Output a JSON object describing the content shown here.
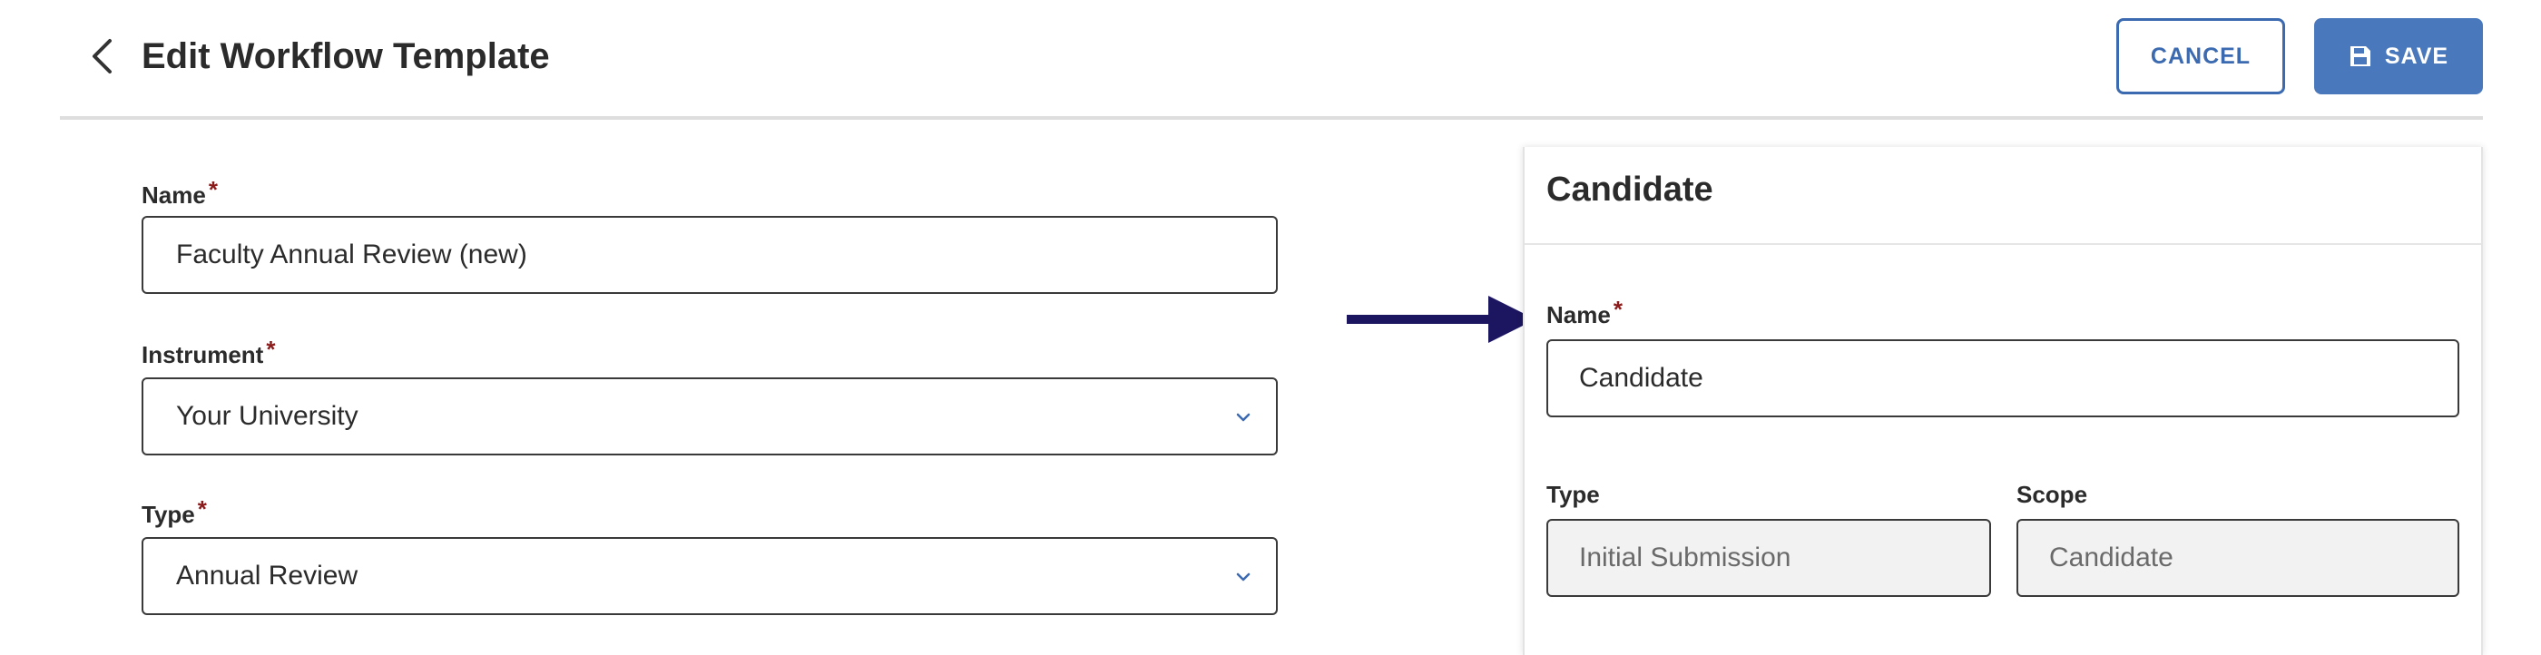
{
  "header": {
    "title": "Edit Workflow Template",
    "cancel_label": "CANCEL",
    "save_label": "SAVE"
  },
  "form": {
    "name": {
      "label": "Name",
      "required_marker": "*",
      "value": "Faculty Annual Review (new)"
    },
    "instrument": {
      "label": "Instrument",
      "required_marker": "*",
      "value": "Your University"
    },
    "type": {
      "label": "Type",
      "required_marker": "*",
      "value": "Annual Review"
    }
  },
  "panel": {
    "title": "Candidate",
    "name": {
      "label": "Name",
      "required_marker": "*",
      "value": "Candidate"
    },
    "type": {
      "label": "Type",
      "value": "Initial Submission"
    },
    "scope": {
      "label": "Scope",
      "value": "Candidate"
    }
  },
  "colors": {
    "accent": "#3c6ab1",
    "save_button": "#4a78bc",
    "required": "#8b1a1a",
    "arrow": "#1c1660"
  },
  "icons": {
    "back": "chevron-left-icon",
    "save": "floppy-disk-icon",
    "dropdown": "chevron-down-icon",
    "annotation": "arrow-right-icon"
  }
}
